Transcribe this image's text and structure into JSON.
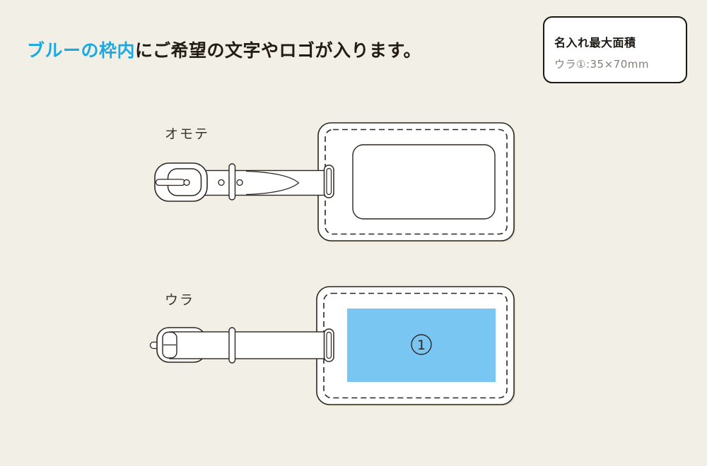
{
  "headline": {
    "highlight": "ブルーの枠内",
    "rest": "にご希望の文字やロゴが入ります。"
  },
  "info_box": {
    "title": "名入れ最大面積",
    "spec": "ウラ①:35×70mm"
  },
  "views": {
    "front": {
      "label": "オモテ"
    },
    "back": {
      "label": "ウラ",
      "print_area_number": "1"
    }
  },
  "colors": {
    "background": "#f2efe6",
    "outline": "#2e2620",
    "accent_blue": "#1ca9e1",
    "print_area_blue": "#7ac6f3",
    "spec_text_gray": "#827e79",
    "shadow": "#e2dccb"
  }
}
